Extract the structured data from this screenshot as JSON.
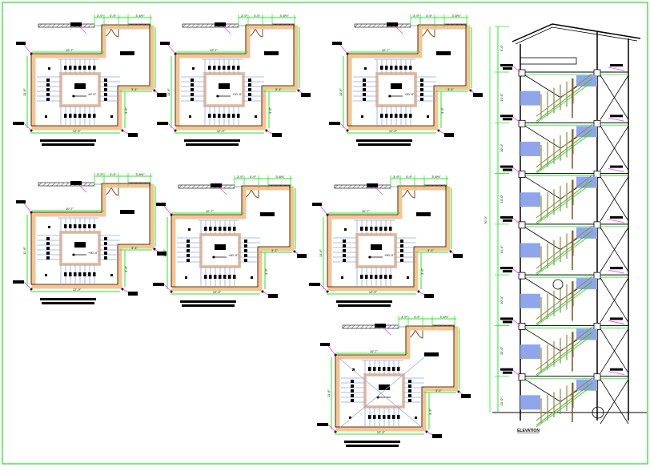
{
  "sheet": {
    "title": "Staircase Plans and Elevation",
    "colors": {
      "frame": "#22dd22",
      "dimension": "#22ee22",
      "wall_fill": "#f7c48f",
      "wall_line": "#000000",
      "stair_line": "#8fa8ee",
      "tread_fill": "#8fa6ec",
      "leader": "#ff33ff",
      "railing": "#8b8a4a",
      "brown": "#8b4a1a",
      "hatch": "#555555"
    }
  },
  "plans": [
    {
      "id": "plan-1",
      "dims": {
        "top_left": "3'-9\"",
        "top_mid": "4'-9\"",
        "top_right": "3'-6½\"",
        "left_run": "10'-7\"",
        "bottom": "12'-9\"",
        "side": "11'-6\"",
        "notch": "3'-1\"",
        "notch_v": "3'-5\""
      },
      "level": "±0'-0\"",
      "diagonal": false
    },
    {
      "id": "plan-2",
      "dims": {
        "top_left": "3'-9\"",
        "top_mid": "4'-9\"",
        "top_right": "3'-6½\"",
        "left_run": "10'-7\"",
        "bottom": "12'-9\"",
        "side": "11'-6\"",
        "notch": "3'-1\"",
        "notch_v": "3'-5\""
      },
      "level": "+10'-0\"",
      "diagonal": false
    },
    {
      "id": "plan-3",
      "dims": {
        "top_left": "3'-9\"",
        "top_mid": "4'-9\"",
        "top_right": "3'-6½\"",
        "left_run": "10'-7\"",
        "bottom": "12'-9\"",
        "side": "11'-6\"",
        "notch": "3'-1\"",
        "notch_v": "3'-5\""
      },
      "level": "+20'-0\"",
      "diagonal": false
    },
    {
      "id": "plan-4",
      "dims": {
        "top_left": "3'-9\"",
        "top_mid": "4'-9\"",
        "top_right": "3'-6½\"",
        "left_run": "10'-7\"",
        "bottom": "12'-9\"",
        "side": "11'-6\"",
        "notch": "3'-1\"",
        "notch_v": "3'-5\""
      },
      "level": "+30'-0\"",
      "diagonal": false
    },
    {
      "id": "plan-5",
      "dims": {
        "top_left": "3'-9\"",
        "top_mid": "4'-9\"",
        "top_right": "3'-6½\"",
        "left_run": "10'-7\"",
        "bottom": "12'-9\"",
        "side": "11'-6\"",
        "notch": "3'-1\"",
        "notch_v": "3'-5\""
      },
      "level": "+40'-0\"",
      "diagonal": false
    },
    {
      "id": "plan-6",
      "dims": {
        "top_left": "3'-9\"",
        "top_mid": "4'-9\"",
        "top_right": "3'-6½\"",
        "left_run": "10'-7\"",
        "bottom": "12'-9\"",
        "side": "11'-6\"",
        "notch": "3'-1\"",
        "notch_v": "3'-5\""
      },
      "level": "+50'-0\"",
      "diagonal": false
    },
    {
      "id": "plan-7",
      "dims": {
        "top_left": "3'-9\"",
        "top_mid": "4'-9\"",
        "top_right": "3'-6½\"",
        "left_run": "10'-7\"",
        "bottom": "12'-9\"",
        "side": "11'-6\"",
        "notch": "3'-1\"",
        "notch_v": "3'-5\""
      },
      "level": "",
      "diagonal": true
    }
  ],
  "elevation": {
    "caption": "ELEVATION",
    "floors": 7,
    "floor_height_label": "10'-0\"",
    "top_label": "5'-0\"",
    "total_label": "70'-0\""
  }
}
